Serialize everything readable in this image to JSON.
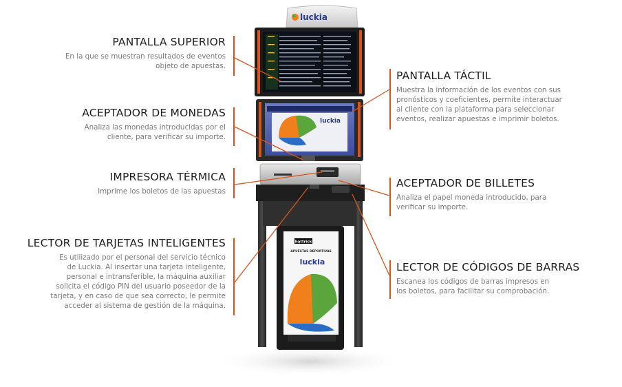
{
  "brand": {
    "name": "luckia",
    "accent": "#d9541c"
  },
  "kiosk": {
    "cabinet_brand": "hattrick",
    "cabinet_subtitle": "APUESTAS DEPORTIVAS",
    "cabinet_logo": "luckia",
    "touch_logo": "luckia"
  },
  "labels": {
    "pantalla_superior": {
      "title": "PANTALLA SUPERIOR",
      "desc_lines": [
        "En la que se muestran resultados de eventos",
        "objeto de apuestas."
      ]
    },
    "aceptador_monedas": {
      "title": "ACEPTADOR DE MONEDAS",
      "desc_lines": [
        "Analiza las monedas introducidas por el",
        "cliente, para verificar su importe."
      ]
    },
    "impresora_termica": {
      "title": "IMPRESORA TÉRMICA",
      "desc_lines": [
        "Imprime los boletos de las apuestas"
      ]
    },
    "lector_tarjetas": {
      "title": "LECTOR DE TARJETAS INTELIGENTES",
      "desc_lines": [
        "Es utilizado por el personal del servicio técnico",
        "de Luckia. Al insertar una tarjeta inteligente,",
        "personal e intransferible, la máquina auxiliar",
        "solicita el código PIN del usuario poseedor de la",
        "tarjeta, y en caso de que sea correcto, le permite",
        "acceder al sistema de gestión de la máquina."
      ]
    },
    "pantalla_tactil": {
      "title": "PANTALLA TÁCTIL",
      "desc_lines": [
        "Muestra la información de los eventos con sus",
        "pronósticos y coeficientes, permite interactuar",
        "al cliente con la plataforma para seleccionar",
        "eventos, realizar apuestas e imprimir boletos."
      ]
    },
    "aceptador_billetes": {
      "title": "ACEPTADOR DE BILLETES",
      "desc_lines": [
        "Analiza el papel moneda introducido, para",
        "verificar su importe."
      ]
    },
    "lector_codigos": {
      "title": "LECTOR DE CÓDIGOS DE BARRAS",
      "desc_lines": [
        "Escanea los códigos de barras impresos en",
        "los boletos, para facilitar su comprobación."
      ]
    }
  }
}
